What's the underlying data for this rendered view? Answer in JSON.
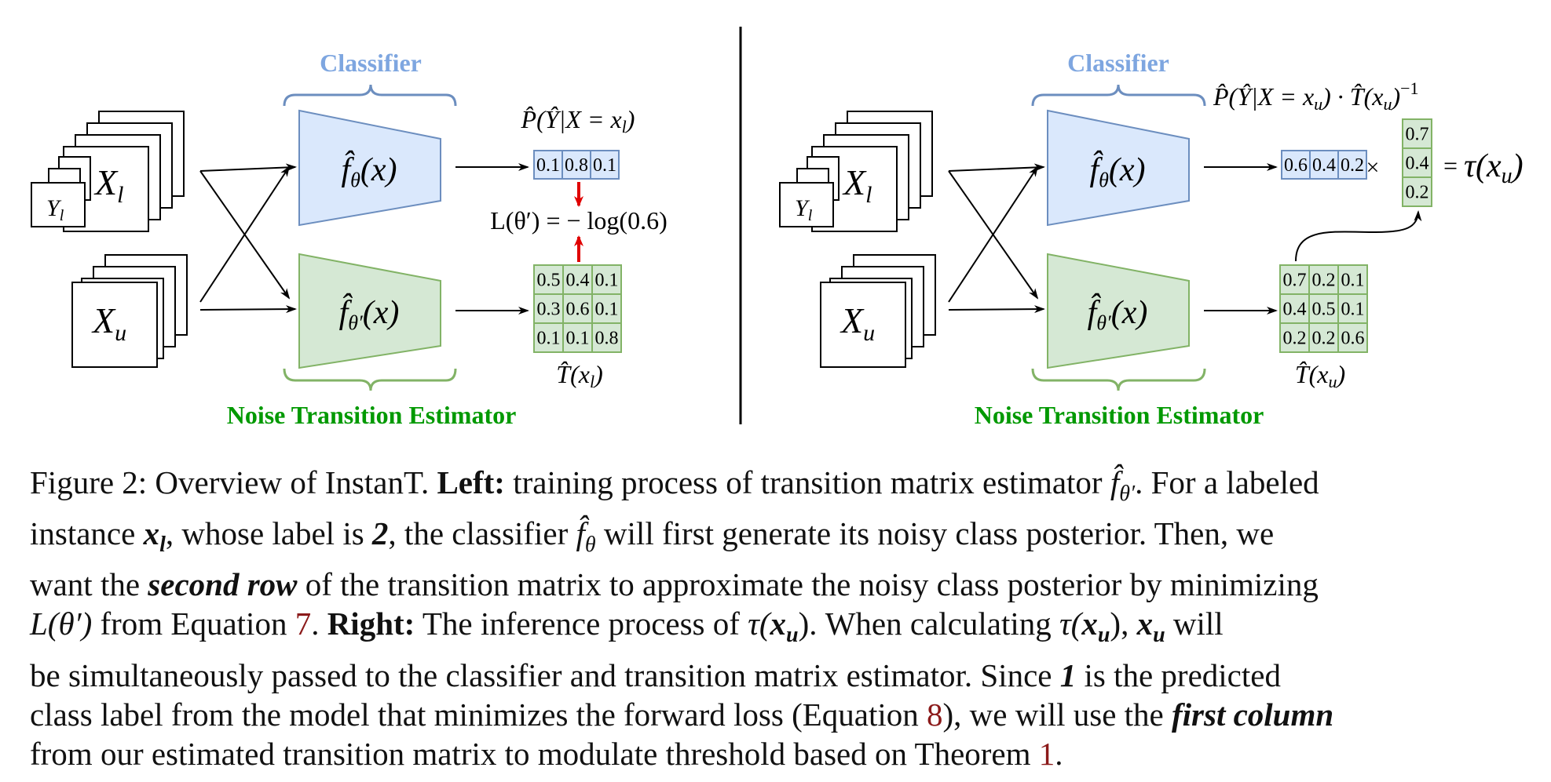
{
  "left_panel": {
    "classifier_title": "Classifier",
    "nte_title": "Noise Transition Estimator",
    "input_labeled": "X",
    "input_labeled_sub": "l",
    "input_label": "Y",
    "input_label_sub": "l",
    "input_unlabeled": "X",
    "input_unlabeled_sub": "u",
    "classifier_fn": "f̂",
    "classifier_fn_sub": "θ",
    "classifier_fn_arg": "(x)",
    "nte_fn": "f̂",
    "nte_fn_sub": "θ′",
    "nte_fn_arg": "(x)",
    "posterior_label": "P̂(Ŷ|X = x",
    "posterior_label_sub": "l",
    "posterior_label_end": ")",
    "posterior_values": [
      "0.1",
      "0.8",
      "0.1"
    ],
    "loss_label": "L(θ′) = − log(0.6)",
    "matrix_values": [
      [
        "0.5",
        "0.4",
        "0.1"
      ],
      [
        "0.3",
        "0.6",
        "0.1"
      ],
      [
        "0.1",
        "0.1",
        "0.8"
      ]
    ],
    "matrix_label": "T̂(x",
    "matrix_label_sub": "l",
    "matrix_label_end": ")"
  },
  "right_panel": {
    "classifier_title": "Classifier",
    "nte_title": "Noise Transition Estimator",
    "input_labeled": "X",
    "input_labeled_sub": "l",
    "input_label": "Y",
    "input_label_sub": "l",
    "input_unlabeled": "X",
    "input_unlabeled_sub": "u",
    "classifier_fn": "f̂",
    "classifier_fn_sub": "θ",
    "classifier_fn_arg": "(x)",
    "nte_fn": "f̂",
    "nte_fn_sub": "θ′",
    "nte_fn_arg": "(x)",
    "formula_label": "P̂(Ŷ|X = x",
    "formula_label_sub": "u",
    "formula_label_mid": ") · T̂(x",
    "formula_label_sub2": "u",
    "formula_label_end": ")",
    "formula_label_sup": "−1",
    "posterior_values": [
      "0.6",
      "0.4",
      "0.2"
    ],
    "times_sign": "×",
    "column_values": [
      "0.7",
      "0.4",
      "0.2"
    ],
    "equals_sign": "=",
    "tau_label": "τ(x",
    "tau_label_sub": "u",
    "tau_label_end": ")",
    "matrix_values": [
      [
        "0.7",
        "0.2",
        "0.1"
      ],
      [
        "0.4",
        "0.5",
        "0.1"
      ],
      [
        "0.2",
        "0.2",
        "0.6"
      ]
    ],
    "matrix_label": "T̂(x",
    "matrix_label_sub": "u",
    "matrix_label_end": ")"
  },
  "colors": {
    "classifier_fill": "#dae8fc",
    "classifier_stroke": "#6c8ebf",
    "classifier_title": "#7ea6e0",
    "nte_fill": "#d5e8d4",
    "nte_stroke": "#82b366",
    "nte_title": "#009900",
    "loss_arrow": "#e00000",
    "ref": "#8b1a1a"
  },
  "caption": {
    "l1_a": "Figure 2: Overview of InstanT. ",
    "l1_b": "Left:",
    "l1_c": " training process of transition matrix estimator ",
    "l1_d": "f̂",
    "l1_e": "θ′",
    "l1_f": ". For a labeled",
    "l2_a": "instance ",
    "l2_b": "x",
    "l2_c": "l",
    "l2_d": ", whose label is ",
    "l2_e": "2",
    "l2_f": ", the classifier ",
    "l2_g": "f̂",
    "l2_h": "θ",
    "l2_i": " will first generate its noisy class posterior. Then, we",
    "l3_a": "want the ",
    "l3_b": "second row",
    "l3_c": " of the transition matrix to approximate the noisy class posterior by minimizing",
    "l4_a": "L(θ′)",
    "l4_b": " from Equation ",
    "l4_c": "7",
    "l4_d": ". ",
    "l4_e": "Right:",
    "l4_f": " The inference process of ",
    "l4_g": "τ(",
    "l4_h": "x",
    "l4_i": "u",
    "l4_j": ")",
    "l4_k": ". When calculating ",
    "l4_l": "τ(",
    "l4_m": "x",
    "l4_n": "u",
    "l4_o": ")",
    "l4_p": ", ",
    "l4_q": "x",
    "l4_r": "u",
    "l4_s": " will",
    "l5_a": "be simultaneously passed to the classifier and transition matrix estimator. Since ",
    "l5_b": "1",
    "l5_c": " is the predicted",
    "l6_a": "class label from the model that minimizes the forward loss (Equation ",
    "l6_b": "8",
    "l6_c": "), we will use the ",
    "l6_d": "first column",
    "l7_a": "from our estimated transition matrix to modulate threshold based on Theorem ",
    "l7_b": "1",
    "l7_c": "."
  }
}
